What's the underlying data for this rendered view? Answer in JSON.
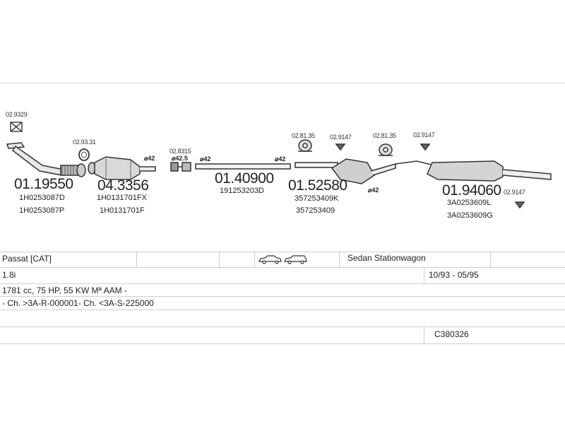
{
  "parts": [
    {
      "ref": "02.9329"
    },
    {
      "ref": "02.93.31"
    },
    {
      "ref": "01.19550",
      "codes": [
        "1H0253087D",
        "1H0253087P"
      ]
    },
    {
      "ref": "04.3356",
      "codes": [
        "1H0131701FX",
        "1H0131701F"
      ]
    },
    {
      "ref": "02.8315"
    },
    {
      "ref": "01.40900",
      "codes": [
        "191253203D"
      ]
    },
    {
      "ref": "02.81.35"
    },
    {
      "ref": "02.9147"
    },
    {
      "ref": "02.81.35"
    },
    {
      "ref": "02.9147"
    },
    {
      "ref": "01.52580",
      "codes": [
        "357253409K",
        "357253409"
      ]
    },
    {
      "ref": "01.94060",
      "codes": [
        "3A0253609L",
        "3A0253609G"
      ]
    },
    {
      "ref": "02.9147"
    }
  ],
  "diameters": [
    "⌀42",
    "⌀42.5",
    "⌀42",
    "⌀42",
    "⌀42"
  ],
  "vehicle": {
    "model": "Passat  [CAT]",
    "body_types": "Sedan  Stationwagon",
    "engine": "1.8i",
    "period": "10/93 - 05/95",
    "spec": "1781 cc, 75 HP, 55 KW Mª AAM -",
    "chassis": "- Ch. >3A-R-000001- Ch. <3A-S-225000",
    "catalog_code": "C380326"
  }
}
